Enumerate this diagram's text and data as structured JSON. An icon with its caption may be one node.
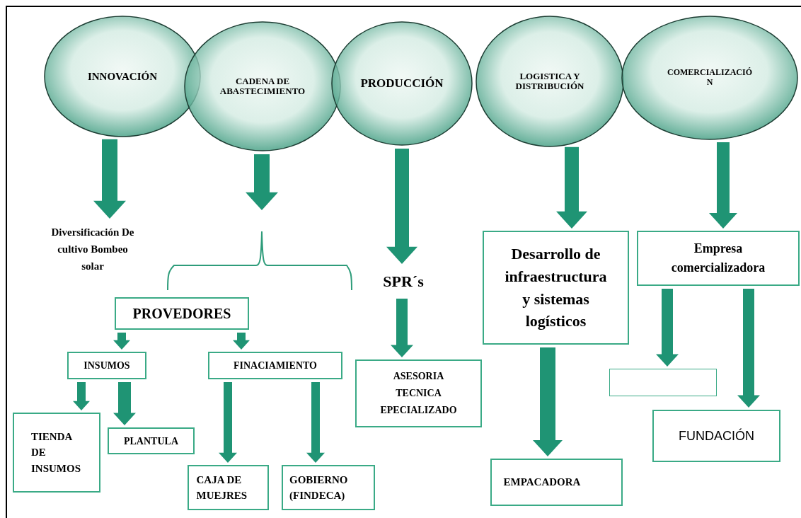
{
  "diagram": {
    "nodes": [
      {
        "text": [
          "INNOVACIÓN"
        ]
      },
      {
        "text": [
          "CADENA DE ABASTECIMIENTO"
        ]
      },
      {
        "text": [
          "PRODUCCIÓN"
        ]
      },
      {
        "text": [
          "LOGISTICA Y DISTRIBUCIÓN"
        ]
      },
      {
        "text": [
          "COMERCIALIZACIÓ N"
        ]
      },
      {
        "text": [
          "Diversificación De cultivo Bombeo solar"
        ]
      },
      {
        "text": [
          "PROVEDORES"
        ]
      },
      {
        "text": [
          "INSUMOS"
        ]
      },
      {
        "text": [
          "FINACIAMIENTO"
        ]
      },
      {
        "text": [
          "TIENDA DE INSUMOS"
        ]
      },
      {
        "text": [
          "PLANTULA"
        ]
      },
      {
        "text": [
          "CAJA DE MUEJRES"
        ]
      },
      {
        "text": [
          "GOBIERNO (FINDECA)"
        ]
      },
      {
        "text": [
          "SPR´s"
        ]
      },
      {
        "text": [
          "ASESORIA TECNICA EPECIALIZADO"
        ]
      },
      {
        "text": [
          "Desarrollo de infraestructura y sistemas logísticos"
        ]
      },
      {
        "text": [
          "EMPACADORA"
        ]
      },
      {
        "text": [
          "Empresa comercializadora"
        ]
      },
      {
        "text": [],
        "shape": "box"
      },
      {
        "text": [
          "FUNDACIÓN"
        ]
      }
    ],
    "edges": [
      {
        "from": 0,
        "to": 5,
        "arrow": "to"
      },
      {
        "from": 1,
        "to": null,
        "arrow": "to"
      },
      {
        "from": 2,
        "to": 13,
        "arrow": "to"
      },
      {
        "from": 3,
        "to": 15,
        "arrow": "to"
      },
      {
        "from": 4,
        "to": 17,
        "arrow": "to"
      },
      {
        "from": 6,
        "to": 7,
        "arrow": "to"
      },
      {
        "from": 6,
        "to": 8,
        "arrow": "to"
      },
      {
        "from": 7,
        "to": 9,
        "arrow": "to"
      },
      {
        "from": 7,
        "to": 10,
        "arrow": "to"
      },
      {
        "from": 8,
        "to": 11,
        "arrow": "to"
      },
      {
        "from": 8,
        "to": 12,
        "arrow": "to"
      },
      {
        "from": 13,
        "to": 14,
        "arrow": "to"
      },
      {
        "from": 15,
        "to": 16,
        "arrow": "to"
      },
      {
        "from": 17,
        "to": 18,
        "arrow": "to"
      },
      {
        "from": 17,
        "to": 19,
        "arrow": "to"
      }
    ]
  }
}
